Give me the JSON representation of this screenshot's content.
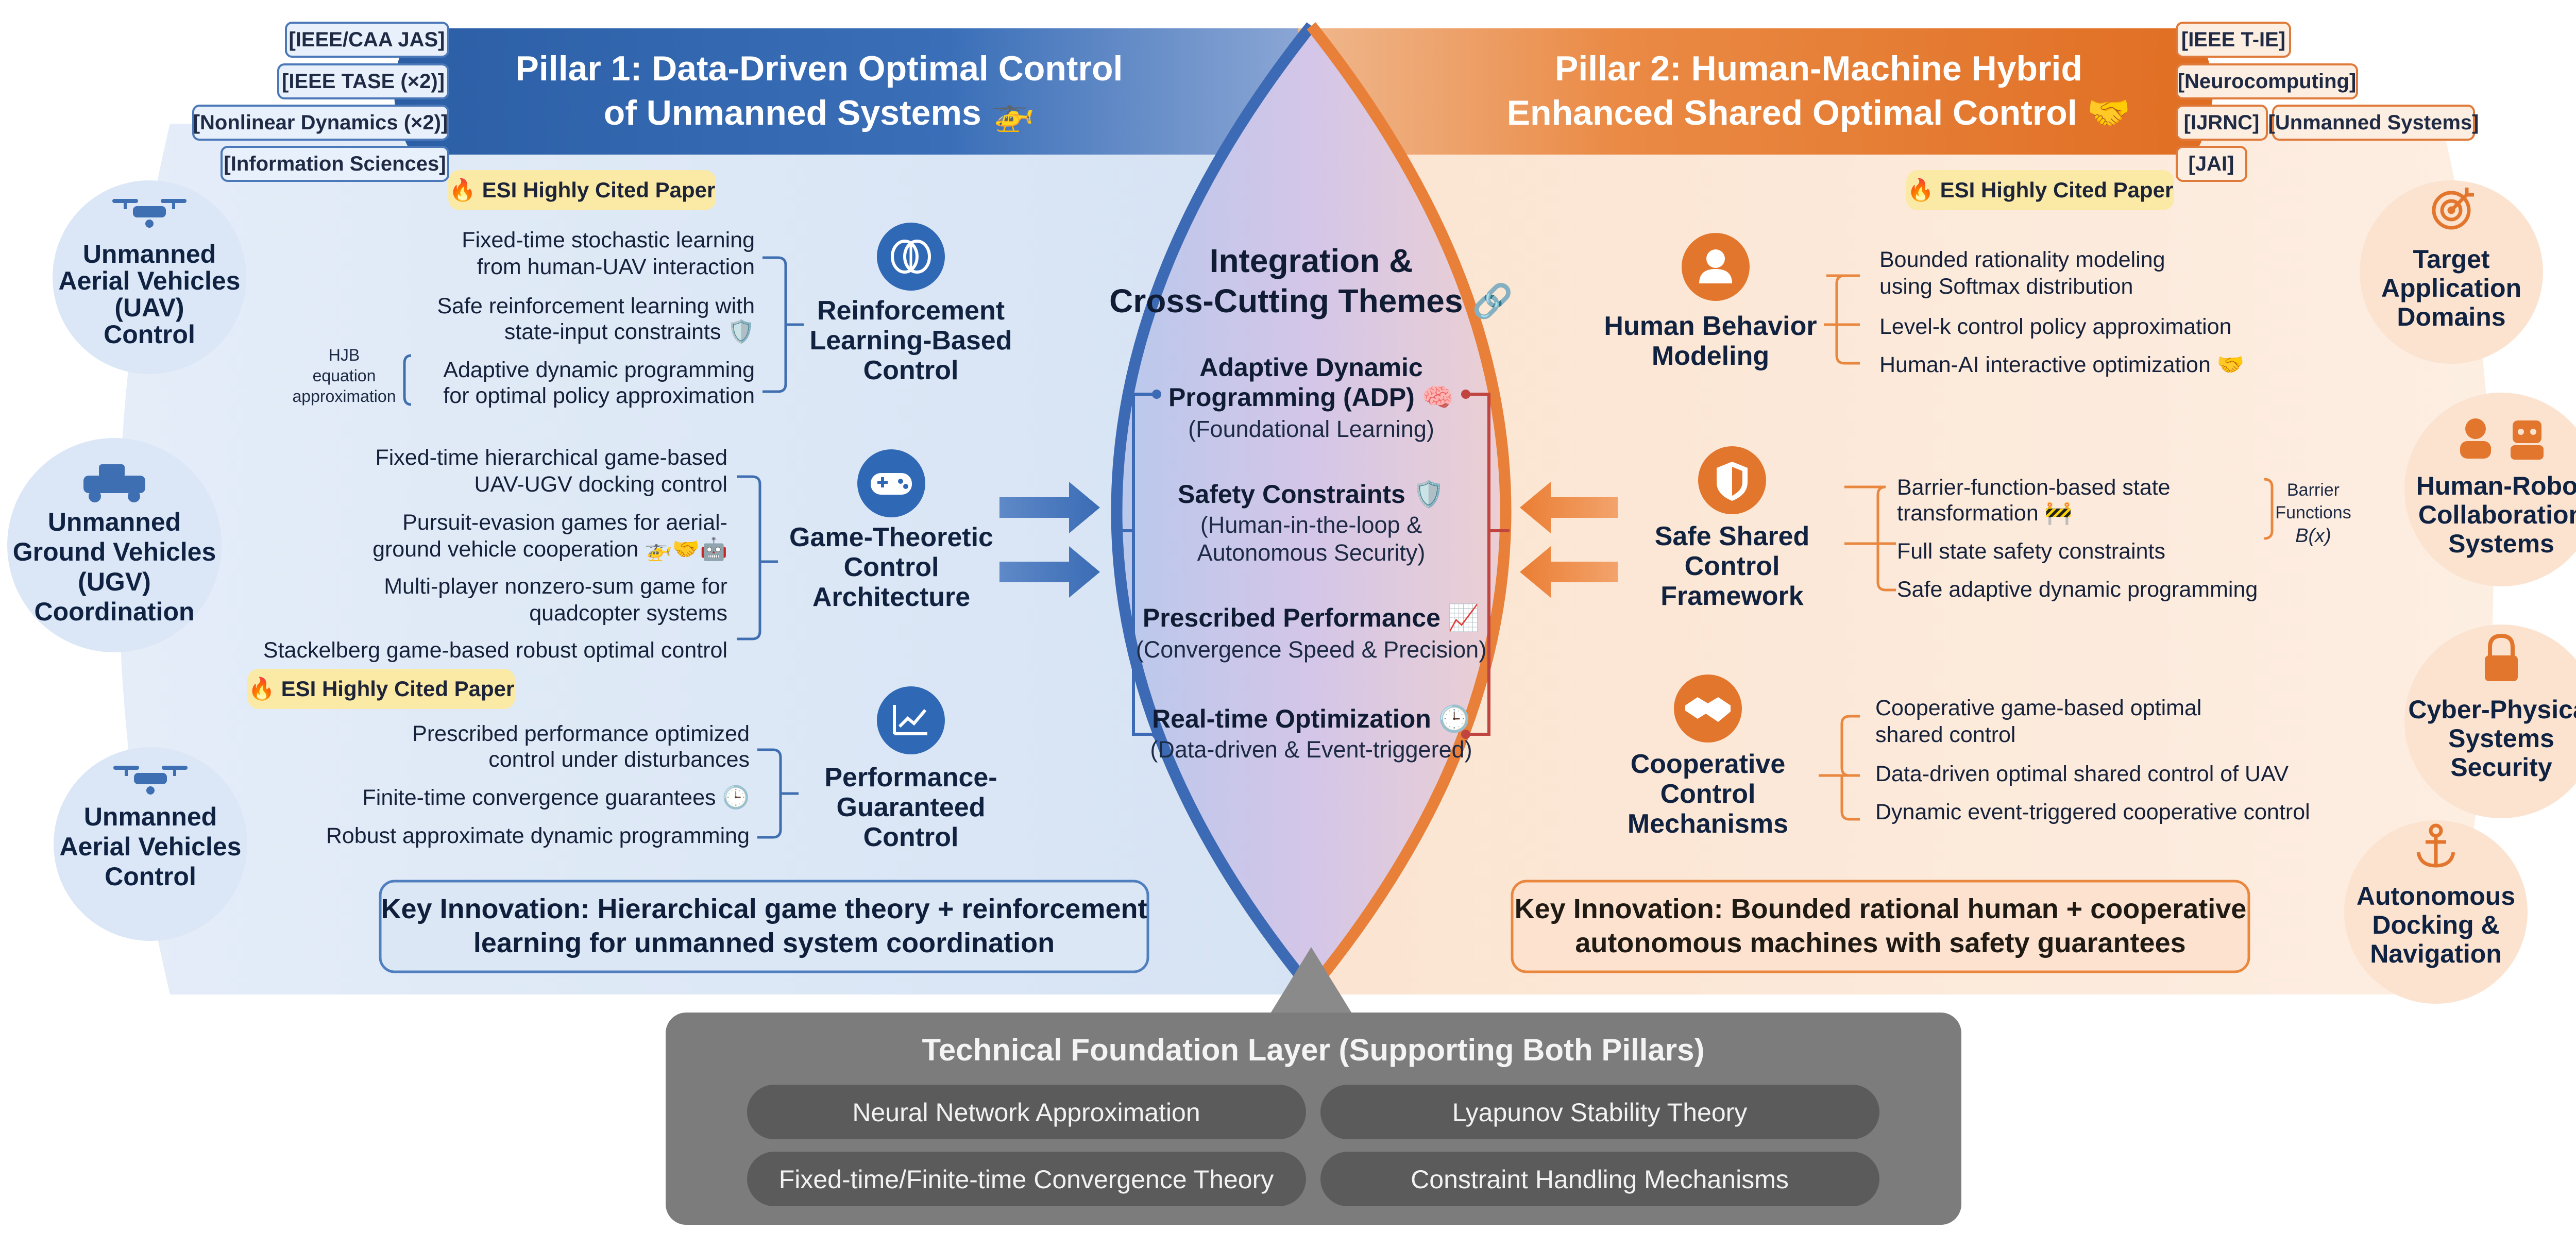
{
  "pillar1": {
    "title_line1": "Pillar 1: Data-Driven Optimal Control",
    "title_line2": "of Unmanned Systems 🚁",
    "venues": [
      "[IEEE/CAA JAS]",
      "[IEEE TASE (×2)]",
      "[Nonlinear Dynamics (×2)]",
      "[Information Sciences]"
    ],
    "badge1": "🔥 ESI Highly Cited Paper",
    "badge2": "🔥 ESI Highly Cited Paper",
    "side_circles": [
      {
        "lines": [
          "Unmanned",
          "Aerial Vehicles",
          "(UAV)",
          "Control"
        ],
        "icon": "drone-icon"
      },
      {
        "lines": [
          "Unmanned",
          "Ground Vehicles",
          "(UGV)",
          "Coordination"
        ],
        "icon": "ground-vehicle-icon"
      },
      {
        "lines": [
          "Unmanned",
          "Aerial Vehicles",
          "Control"
        ],
        "icon": "drone-icon"
      }
    ],
    "groups": [
      {
        "category": [
          "Reinforcement",
          "Learning-Based",
          "Control"
        ],
        "icon": "brain-icon",
        "items": [
          [
            "Fixed-time stochastic learning",
            "from human-UAV interaction"
          ],
          [
            "Safe reinforcement learning with",
            "state-input constraints 🛡️"
          ],
          [
            "Adaptive dynamic programming",
            "for optimal policy approximation"
          ]
        ],
        "side_note": [
          "HJB",
          "equation",
          "approximation"
        ]
      },
      {
        "category": [
          "Game-Theoretic",
          "Control",
          "Architecture"
        ],
        "icon": "gamepad-icon",
        "items": [
          [
            "Fixed-time hierarchical game-based",
            "UAV-UGV docking control"
          ],
          [
            "Pursuit-evasion games for aerial-",
            "ground vehicle cooperation 🚁🤝🤖"
          ],
          [
            "Multi-player nonzero-sum game for",
            "quadcopter systems"
          ],
          [
            "Stackelberg game-based robust optimal control"
          ]
        ]
      },
      {
        "category": [
          "Performance-",
          "Guaranteed",
          "Control"
        ],
        "icon": "chart-up-icon",
        "items": [
          [
            "Prescribed performance optimized",
            "control under disturbances"
          ],
          [
            "Finite-time convergence guarantees 🕒"
          ],
          [
            "Robust approximate dynamic programming"
          ]
        ]
      }
    ],
    "innovation": [
      "Key Innovation: Hierarchical game theory + reinforcement",
      "learning for unmanned system coordination"
    ]
  },
  "pillar2": {
    "title_line1": "Pillar 2: Human-Machine Hybrid",
    "title_line2": "Enhanced Shared Optimal Control 🤝",
    "venues": [
      "[IEEE T-IE]",
      "[Neurocomputing]",
      "[IJRNC]",
      "[Unmanned Systems]",
      "[JAI]"
    ],
    "badge": "🔥 ESI Highly Cited Paper",
    "side_circles": [
      {
        "lines": [
          "Target",
          "Application",
          "Domains"
        ],
        "icon": "target-icon"
      },
      {
        "lines": [
          "Human-Robot",
          "Collaboration",
          "Systems"
        ],
        "icon": "human-robot-icon"
      },
      {
        "lines": [
          "Cyber-Physical",
          "Systems",
          "Security"
        ],
        "icon": "lock-icon"
      },
      {
        "lines": [
          "Autonomous",
          "Docking &",
          "Navigation"
        ],
        "icon": "anchor-icon"
      }
    ],
    "groups": [
      {
        "category": [
          "Human Behavior",
          "Modeling"
        ],
        "icon": "person-icon",
        "items": [
          [
            "Bounded rationality modeling",
            "using Softmax distribution"
          ],
          [
            "Level-k control policy approximation"
          ],
          [
            "Human-AI interactive optimization 🤝"
          ]
        ]
      },
      {
        "category": [
          "Safe Shared",
          "Control",
          "Framework"
        ],
        "icon": "shield-icon",
        "items": [
          [
            "Barrier-function-based state",
            "transformation 🚧"
          ],
          [
            "Full state safety constraints"
          ],
          [
            "Safe adaptive dynamic programming"
          ]
        ],
        "side_note": [
          "Barrier",
          "Functions",
          "B(x)"
        ]
      },
      {
        "category": [
          "Cooperative",
          "Control",
          "Mechanisms"
        ],
        "icon": "handshake-icon",
        "items": [
          [
            "Cooperative game-based optimal",
            "shared control"
          ],
          [
            "Data-driven optimal shared control of UAV"
          ],
          [
            "Dynamic event-triggered cooperative control"
          ]
        ]
      }
    ],
    "innovation": [
      "Key Innovation: Bounded rational human + cooperative",
      "autonomous machines with safety guarantees"
    ]
  },
  "integration": {
    "title": [
      "Integration &",
      "Cross-Cutting Themes 🔗"
    ],
    "themes": [
      {
        "heading": [
          "Adaptive Dynamic",
          "Programming (ADP) 🧠"
        ],
        "sub": [
          "(Foundational Learning)"
        ]
      },
      {
        "heading": [
          "Safety Constraints 🛡️"
        ],
        "sub": [
          "(Human-in-the-loop &",
          "Autonomous Security)"
        ]
      },
      {
        "heading": [
          "Prescribed Performance 📈"
        ],
        "sub": [
          "(Convergence Speed & Precision)"
        ]
      },
      {
        "heading": [
          "Real-time Optimization 🕒"
        ],
        "sub": [
          "(Data-driven & Event-triggered)"
        ]
      }
    ]
  },
  "foundation": {
    "title": "Technical Foundation Layer (Supporting Both Pillars)",
    "items": [
      "Neural Network Approximation",
      "Lyapunov Stability Theory",
      "Fixed-time/Finite-time Convergence Theory",
      "Constraint Handling Mechanisms"
    ]
  },
  "colors": {
    "pillar1_dark": "#2f62a8",
    "pillar1_light": "#dde8f5",
    "pillar2_dark": "#e6772e",
    "pillar2_light": "#fbe2cd",
    "center": "#c9bde6",
    "foundation": "#7a7a7a"
  }
}
